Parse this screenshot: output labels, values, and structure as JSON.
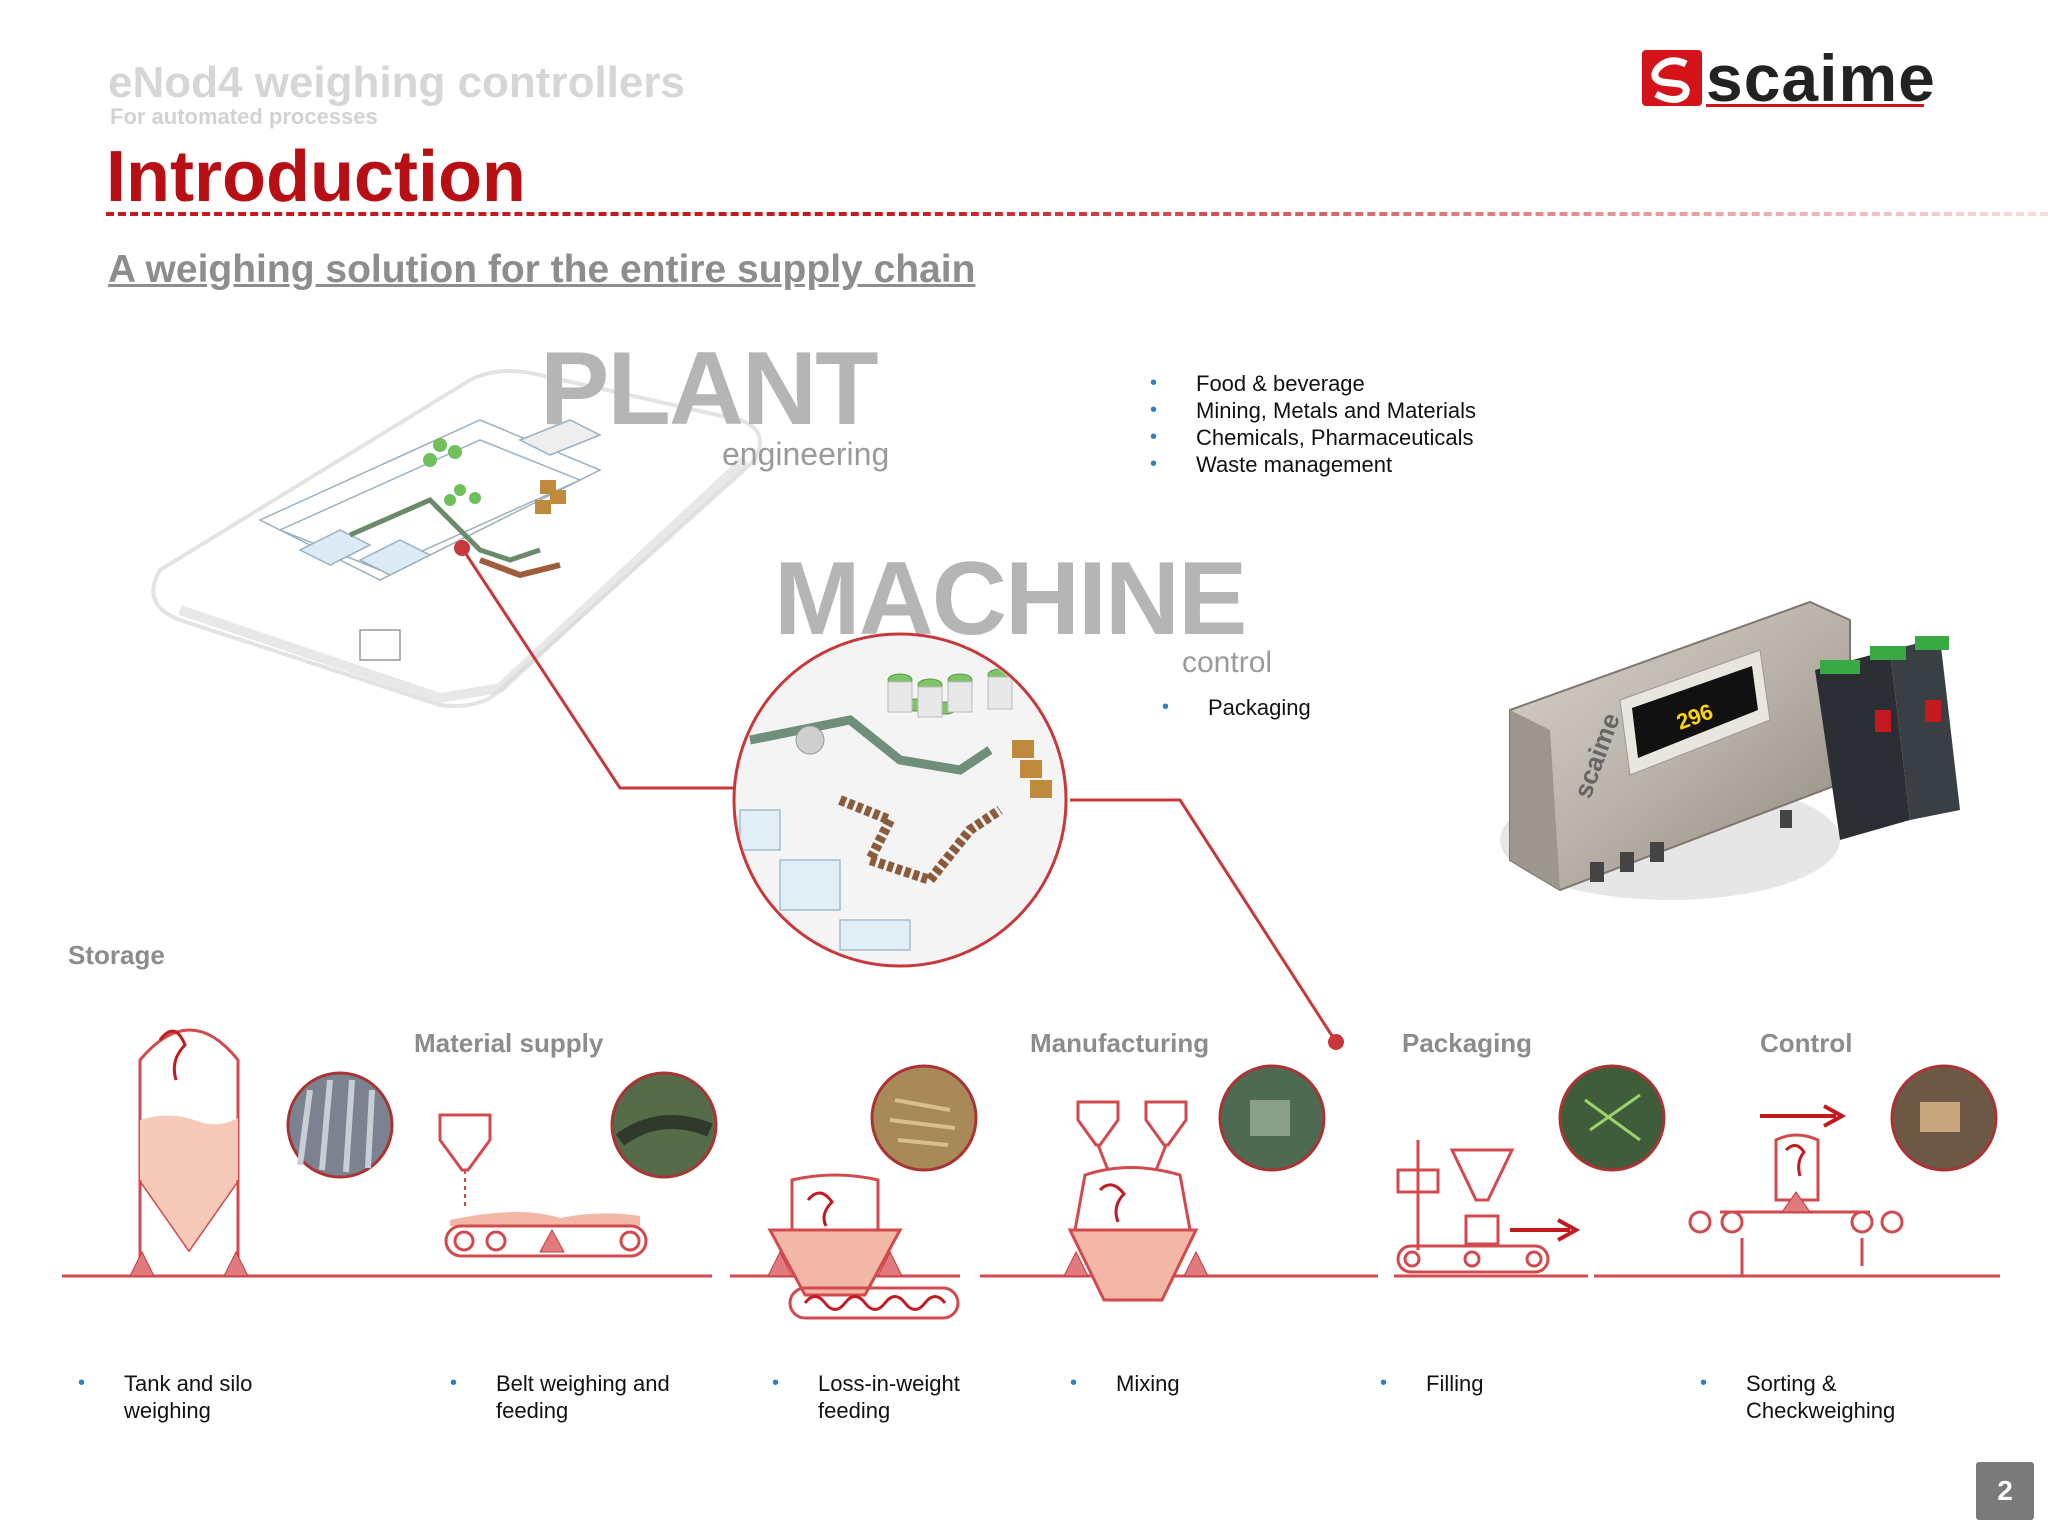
{
  "header": {
    "doc_title": "eNod4 weighing controllers",
    "doc_subtitle": "For automated processes",
    "slide_title": "Introduction",
    "section_subtitle": "A weighing solution for the entire supply chain",
    "logo_text": "scaime"
  },
  "plant": {
    "title": "PLANT",
    "subtitle": "engineering",
    "industries": [
      "Food & beverage",
      "Mining, Metals and Materials",
      "Chemicals, Pharmaceuticals",
      "Waste management"
    ]
  },
  "machine": {
    "title": "MACHINE",
    "subtitle": "control",
    "industries": [
      "Packaging"
    ]
  },
  "device": {
    "display_value": "296",
    "brand": "scaime"
  },
  "stages": [
    "Storage",
    "Material supply",
    "Manufacturing",
    "Packaging",
    "Control"
  ],
  "applications": [
    "Tank and silo weighing",
    "Belt weighing and feeding",
    "Loss-in-weight feeding",
    "Mixing",
    "Filling",
    "Sorting & Checkweighing"
  ],
  "footer": {
    "page_number": "2"
  },
  "colors": {
    "brand_red": "#b80f14",
    "line_red": "#c8383b",
    "bullet_blue": "#2d7fc1"
  }
}
